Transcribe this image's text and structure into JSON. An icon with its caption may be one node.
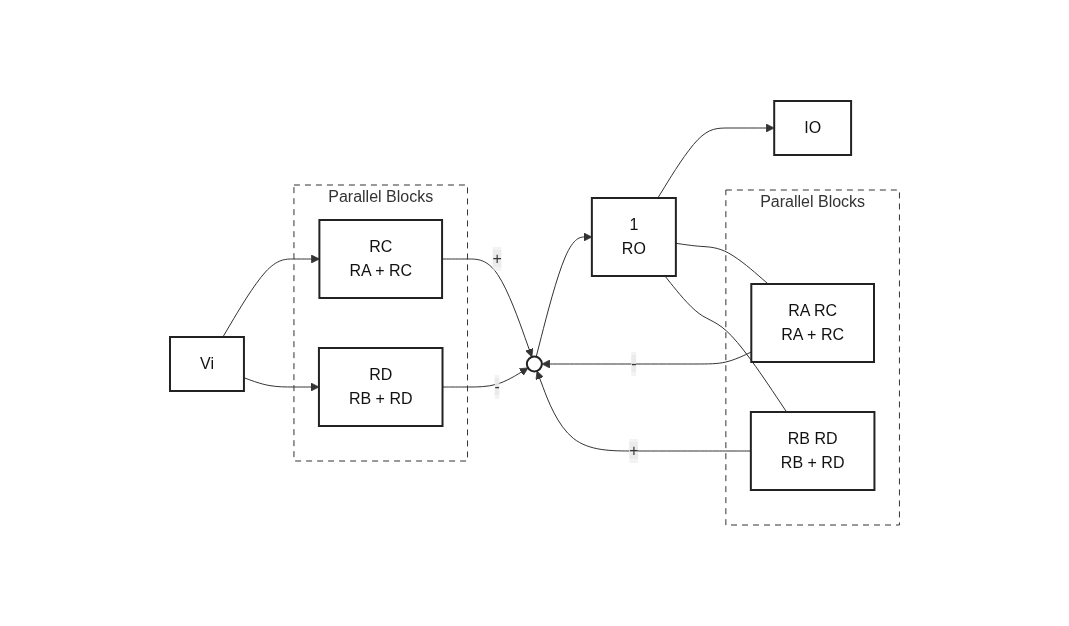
{
  "diagram": {
    "nodes": [
      {
        "text": [
          "Vi"
        ]
      },
      {
        "text": [
          "Parallel Blocks"
        ]
      },
      {
        "text": [
          "RC",
          "RA + RC"
        ],
        "in": 1
      },
      {
        "text": [
          "RD",
          "RB + RD"
        ],
        "in": 1
      },
      {
        "text": [],
        "shape": "circle"
      },
      {
        "text": [
          "Parallel Blocks"
        ]
      },
      {
        "text": [
          "RA RC",
          "RA + RC"
        ],
        "in": 5
      },
      {
        "text": [
          "RB RD",
          "RB + RD"
        ],
        "in": 5
      },
      {
        "text": [
          "1",
          "RO"
        ]
      },
      {
        "text": [
          "IO"
        ]
      }
    ],
    "edges": [
      {
        "from": 0,
        "to": 2,
        "arrow": "to"
      },
      {
        "from": 0,
        "to": 3,
        "arrow": "to"
      },
      {
        "from": 2,
        "to": 4,
        "arrow": "to",
        "label": "+"
      },
      {
        "from": 3,
        "to": 4,
        "arrow": "to",
        "label": "-"
      },
      {
        "from": 6,
        "to": 4,
        "arrow": "to",
        "label": "-"
      },
      {
        "from": 7,
        "to": 4,
        "arrow": "to",
        "label": "+"
      },
      {
        "from": 4,
        "to": 8,
        "arrow": "to"
      },
      {
        "from": 8,
        "to": 9,
        "arrow": "to"
      },
      {
        "from": 8,
        "to": 6,
        "arrow": "none"
      },
      {
        "from": 8,
        "to": 7,
        "arrow": "none"
      }
    ]
  }
}
